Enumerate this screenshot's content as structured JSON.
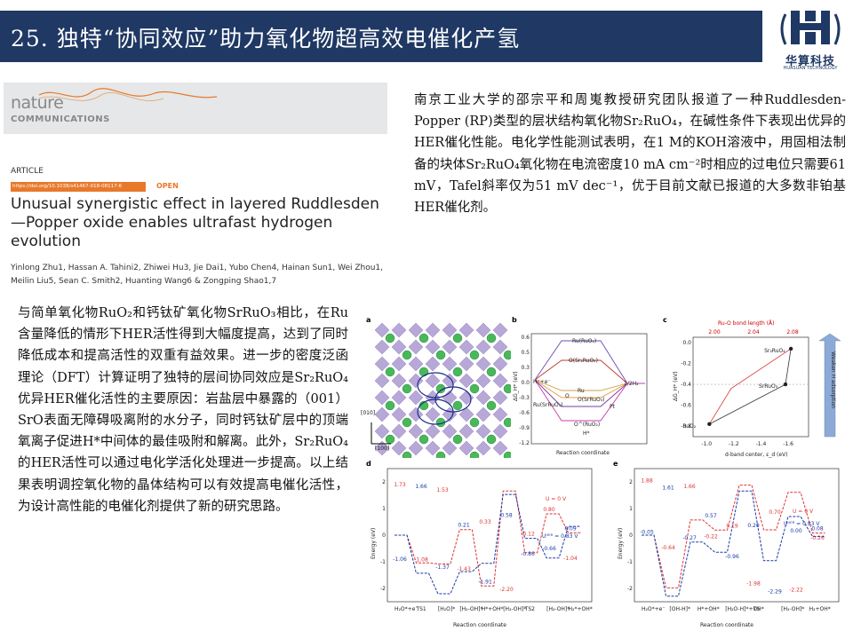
{
  "header": {
    "title": "25. 独特“协同效应”助力氧化物超高效电催化产氢",
    "logo_text": "华算科技",
    "logo_subtext": "HUASUAN TECHNOLOGY",
    "colors": {
      "bar": "#1f3864",
      "accent": "#e8792b"
    }
  },
  "paper": {
    "journal_word": "nature",
    "journal_sub": "COMMUNICATIONS",
    "article_label": "ARTICLE",
    "doi": "https://doi.org/10.1038/s41467-018-08117-6",
    "open_label": "OPEN",
    "title": "Unusual synergistic effect in layered Ruddlesden—Popper oxide enables ultrafast hydrogen evolution",
    "authors": "Yinlong Zhu1, Hassan A. Tahini2, Zhiwei Hu3, Jie Dai1, Yubo Chen4, Hainan Sun1, Wei Zhou1, Meilin Liu5, Sean C. Smith2, Huanting Wang6 & Zongping Shao1,7"
  },
  "right_paragraph": "南京工业大学的邵宗平和周嵬教授研究团队报道了一种Ruddlesden-Popper (RP)类型的层状结构氧化物Sr₂RuO₄，在碱性条件下表现出优异的HER催化性能。电化学性能测试表明，在1 M的KOH溶液中，用固相法制备的块体Sr₂RuO₄氧化物在电流密度10 mA cm⁻²时相应的过电位只需要61 mV，Tafel斜率仅为51 mV dec⁻¹，优于目前文献已报道的大多数非铂基HER催化剂。",
  "left_paragraph": "与简单氧化物RuO₂和钙钛矿氧化物SrRuO₃相比，在Ru含量降低的情形下HER活性得到大幅度提高，达到了同时降低成本和提高活性的双重有益效果。进一步的密度泛函理论（DFT）计算证明了独特的层间协同效应是Sr₂RuO₄优异HER催化活性的主要原因：岩盐层中暴露的（001）SrO表面无障碍吸离附的水分子，同时钙钛矿层中的顶端氧离子促进H*中间体的最佳吸附和解离。此外，Sr₂RuO₄的HER活性可以通过电化学活化处理进一步提高。以上结果表明调控氧化物的晶体结构可以有效提高电催化活性，为设计高性能的电催化剂提供了新的研究思路。",
  "figure": {
    "panel_a": {
      "label": "a",
      "dir1": "[010]",
      "dir2": "[100]"
    },
    "panel_b": {
      "label": "b",
      "ylabel": "ΔG_H* (eV)",
      "xlabel": "Reaction coordinate",
      "yticks": [
        "0.6",
        "0.5",
        "0.3",
        "0.0",
        "-0.3",
        "-0.6",
        "-0.9",
        "-1.2"
      ],
      "species": [
        "Ru(RuO₂)",
        "O(Sr₂RuO₄)",
        "Ru",
        "O(SrRuO₃)",
        "H⁺+e⁻",
        "Ru(SrRuO₃)",
        "O",
        "Pt",
        "1/2H₂",
        "O^(RuO₂)",
        "H*"
      ]
    },
    "panel_c": {
      "label": "c",
      "top_axis_label": "Ru-O bond length (Å)",
      "top_ticks": [
        "2.00",
        "2.04",
        "2.08"
      ],
      "ylabel": "ΔG_H* (eV)",
      "xlabel": "d-band center, ε_d (eV)",
      "xticks": [
        "-1.0",
        "-1.2",
        "-1.4",
        "-1.6"
      ],
      "yticks": [
        "0.0",
        "-0.2",
        "-0.4",
        "-0.6",
        "-0.8"
      ],
      "points": [
        {
          "label": "Sr₂RuO₄",
          "x": -1.62,
          "y": -0.06
        },
        {
          "label": "SrRuO₃",
          "x": -1.58,
          "y": -0.4
        },
        {
          "label": "RuO₂",
          "x": -1.02,
          "y": -0.78
        }
      ],
      "arrow_label": "Weaken H adsorption"
    },
    "panel_d": {
      "label": "d",
      "ylabel": "Energy (eV)",
      "xlabel": "Reaction coordinate",
      "yticks": [
        "2",
        "1",
        "0",
        "-1",
        "-2"
      ],
      "values": [
        "1.73",
        "1.66",
        "1.53",
        "0.21",
        "0.33",
        "0.58",
        "-0.12",
        "-0.66",
        "-1.04",
        "-1.06",
        "-1.08",
        "-1.37",
        "-1.43",
        "-1.91",
        "-2.20",
        "-0.86",
        "0.80",
        "0.09"
      ],
      "u_labels": [
        "U = 0 V",
        "Uᴴᴱᴿ = 0.83 V"
      ],
      "x_states": [
        "H₂O*+e⁻",
        "TS1",
        "[H₂O]*",
        "[H₂-OH]*",
        "H*+OH*",
        "[H₂-OH]*",
        "TS2",
        "[H₂-OH]*",
        "H₂*+OH*"
      ]
    },
    "panel_e": {
      "label": "e",
      "ylabel": "Energy (eV)",
      "xlabel": "Reaction coordinate",
      "yticks": [
        "2",
        "1",
        "0",
        "-1",
        "-2"
      ],
      "values": [
        "1.88",
        "1.61",
        "1.66",
        "0.57",
        "0.19",
        "0.20",
        "0.70",
        "0.00",
        "-0.26",
        "-0.05",
        "-0.64",
        "-0.27",
        "-0.22",
        "-0.96",
        "-1.98",
        "-2.29",
        "-2.22",
        "0.08"
      ],
      "u_labels": [
        "U = 0 V",
        "Uᴴᴱᴿ = 0.83 V"
      ],
      "x_states": [
        "H₂O*+e⁻",
        "[OH-H]*",
        "H*+OH*",
        "[H₂O-H]*+OH*",
        "TS",
        "[H₂-OH]*",
        "H₂+OH*"
      ]
    }
  }
}
